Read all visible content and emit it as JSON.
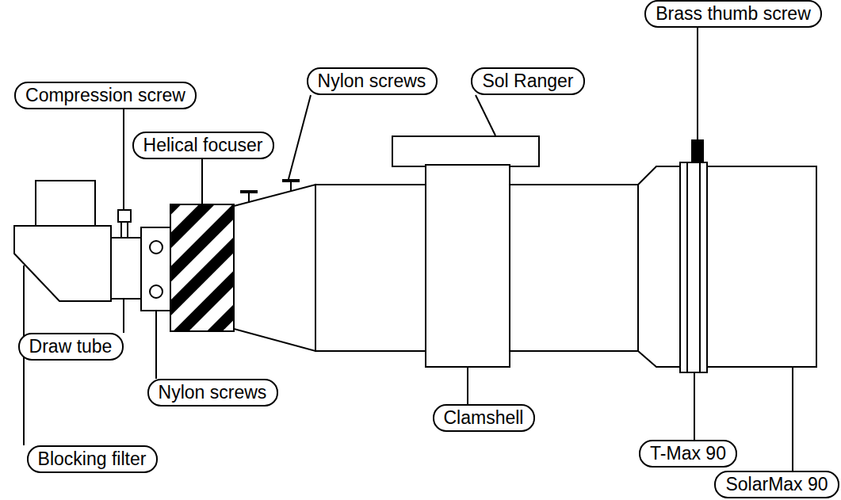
{
  "diagram": {
    "nodes": [
      {
        "text": [
          "Brass thumb screw"
        ]
      },
      {
        "text": [
          "Compression screw"
        ]
      },
      {
        "text": [
          "Nylon screws"
        ]
      },
      {
        "text": [
          "Sol Ranger"
        ]
      },
      {
        "text": [
          "Helical focuser"
        ]
      },
      {
        "text": [
          "Draw tube"
        ]
      },
      {
        "text": [
          "Nylon screws"
        ]
      },
      {
        "text": [
          "Clamshell"
        ]
      },
      {
        "text": [
          "T-Max 90"
        ]
      },
      {
        "text": [
          "Blocking filter"
        ]
      },
      {
        "text": [
          "SolarMax 90"
        ]
      }
    ]
  }
}
